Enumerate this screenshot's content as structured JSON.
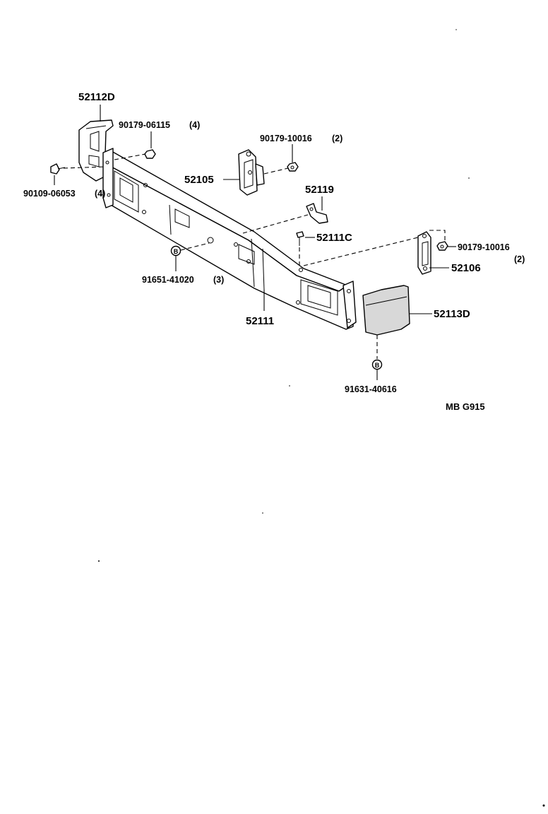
{
  "diagram": {
    "code": "MB G915",
    "labels": {
      "bumper_end_left": "52112D",
      "nut_upper_left": "90179-06115",
      "nut_upper_left_qty": "(4)",
      "bolt_left": "90109-06053",
      "bolt_left_qty": "(4)",
      "bracket_left": "52105",
      "nut_bracket_left": "90179-10016",
      "nut_bracket_left_qty": "(2)",
      "support_52119": "52119",
      "bolt_52111c": "52111C",
      "nut_bracket_right": "90179-10016",
      "nut_bracket_right_qty": "(2)",
      "bracket_right": "52106",
      "clip_center": "91651-41020",
      "clip_center_qty": "(3)",
      "reinforcement": "52111",
      "bumper_end_right": "52113D",
      "clip_right": "91631-40616"
    }
  }
}
